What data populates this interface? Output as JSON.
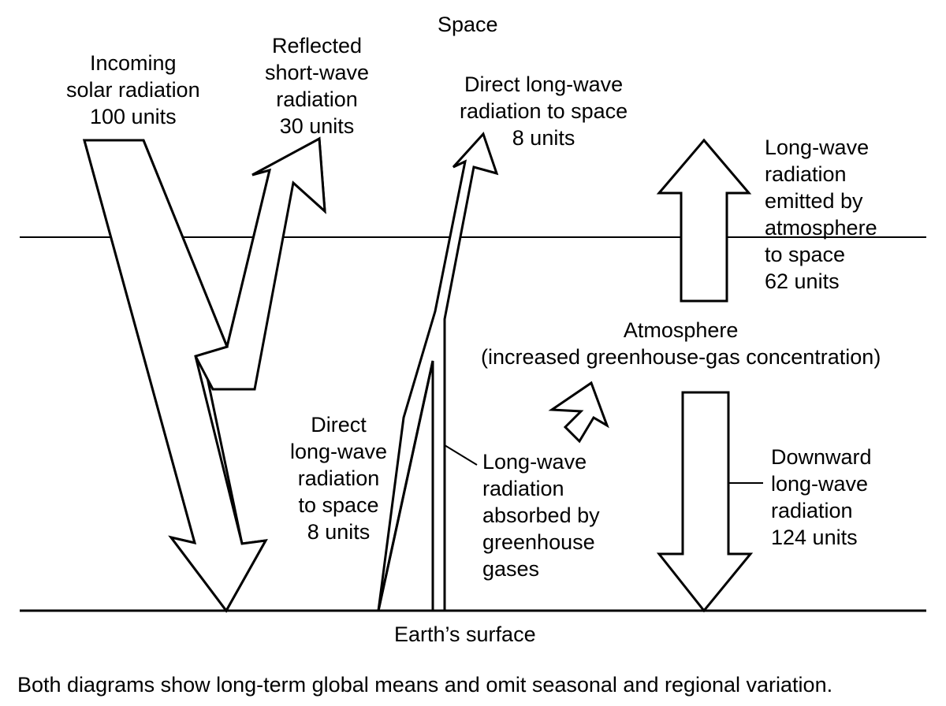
{
  "labels": {
    "space": "Space",
    "incoming": [
      "Incoming",
      "solar radiation",
      "100 units"
    ],
    "reflected": [
      "Reflected",
      "short-wave",
      "radiation",
      "30 units"
    ],
    "direct_top": [
      "Direct long-wave",
      "radiation to space",
      "8 units"
    ],
    "emitted": [
      "Long-wave",
      "radiation",
      "emitted by",
      "atmosphere",
      "to space",
      "62 units"
    ],
    "atmosphere": [
      "Atmosphere",
      "(increased greenhouse-gas concentration)"
    ],
    "direct_bottom": [
      "Direct",
      "long-wave",
      "radiation",
      "to space",
      "8 units"
    ],
    "absorbed": [
      "Long-wave",
      "radiation",
      "absorbed by",
      "greenhouse",
      "gases"
    ],
    "downward": [
      "Downward",
      "long-wave",
      "radiation",
      "124 units"
    ],
    "surface": "Earth’s surface"
  },
  "caption": "Both diagrams show long-term global means and omit seasonal and regional variation."
}
